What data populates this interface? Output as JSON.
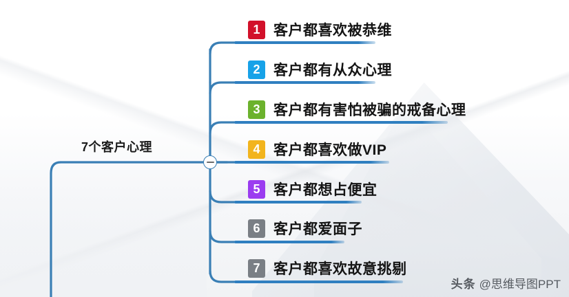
{
  "root": {
    "label": "7个客户心理",
    "collapse_icon": "minus-circle-icon",
    "line_color": "#3a7fb5"
  },
  "topics": [
    {
      "number": "1",
      "label": "客户都喜欢被恭维",
      "badge_color": "#d2112a",
      "underline_color": "#2f7fc0",
      "underline_width": 205
    },
    {
      "number": "2",
      "label": "客户都有从众心理",
      "badge_color": "#17a2e8",
      "underline_color": "#2f7fc0",
      "underline_width": 205
    },
    {
      "number": "3",
      "label": "客户都有害怕被骗的戒备心理",
      "badge_color": "#6cb22d",
      "underline_color": "#2f7fc0",
      "underline_width": 310
    },
    {
      "number": "4",
      "label": "客户都喜欢做VIP",
      "badge_color": "#f2b41d",
      "underline_color": "#2f7fc0",
      "underline_width": 225
    },
    {
      "number": "5",
      "label": "客户都想占便宜",
      "badge_color": "#9b3cf0",
      "underline_color": "#2f7fc0",
      "underline_width": 185
    },
    {
      "number": "6",
      "label": "客户都爱面子",
      "badge_color": "#7a7f85",
      "underline_color": "#2f7fc0",
      "underline_width": 160
    },
    {
      "number": "7",
      "label": "客户都喜欢故意挑剔",
      "badge_color": "#7a7f85",
      "underline_color": "#2f7fc0",
      "underline_width": 245
    }
  ],
  "watermark": {
    "logo": "头条",
    "handle": "@思维导图PPT"
  }
}
